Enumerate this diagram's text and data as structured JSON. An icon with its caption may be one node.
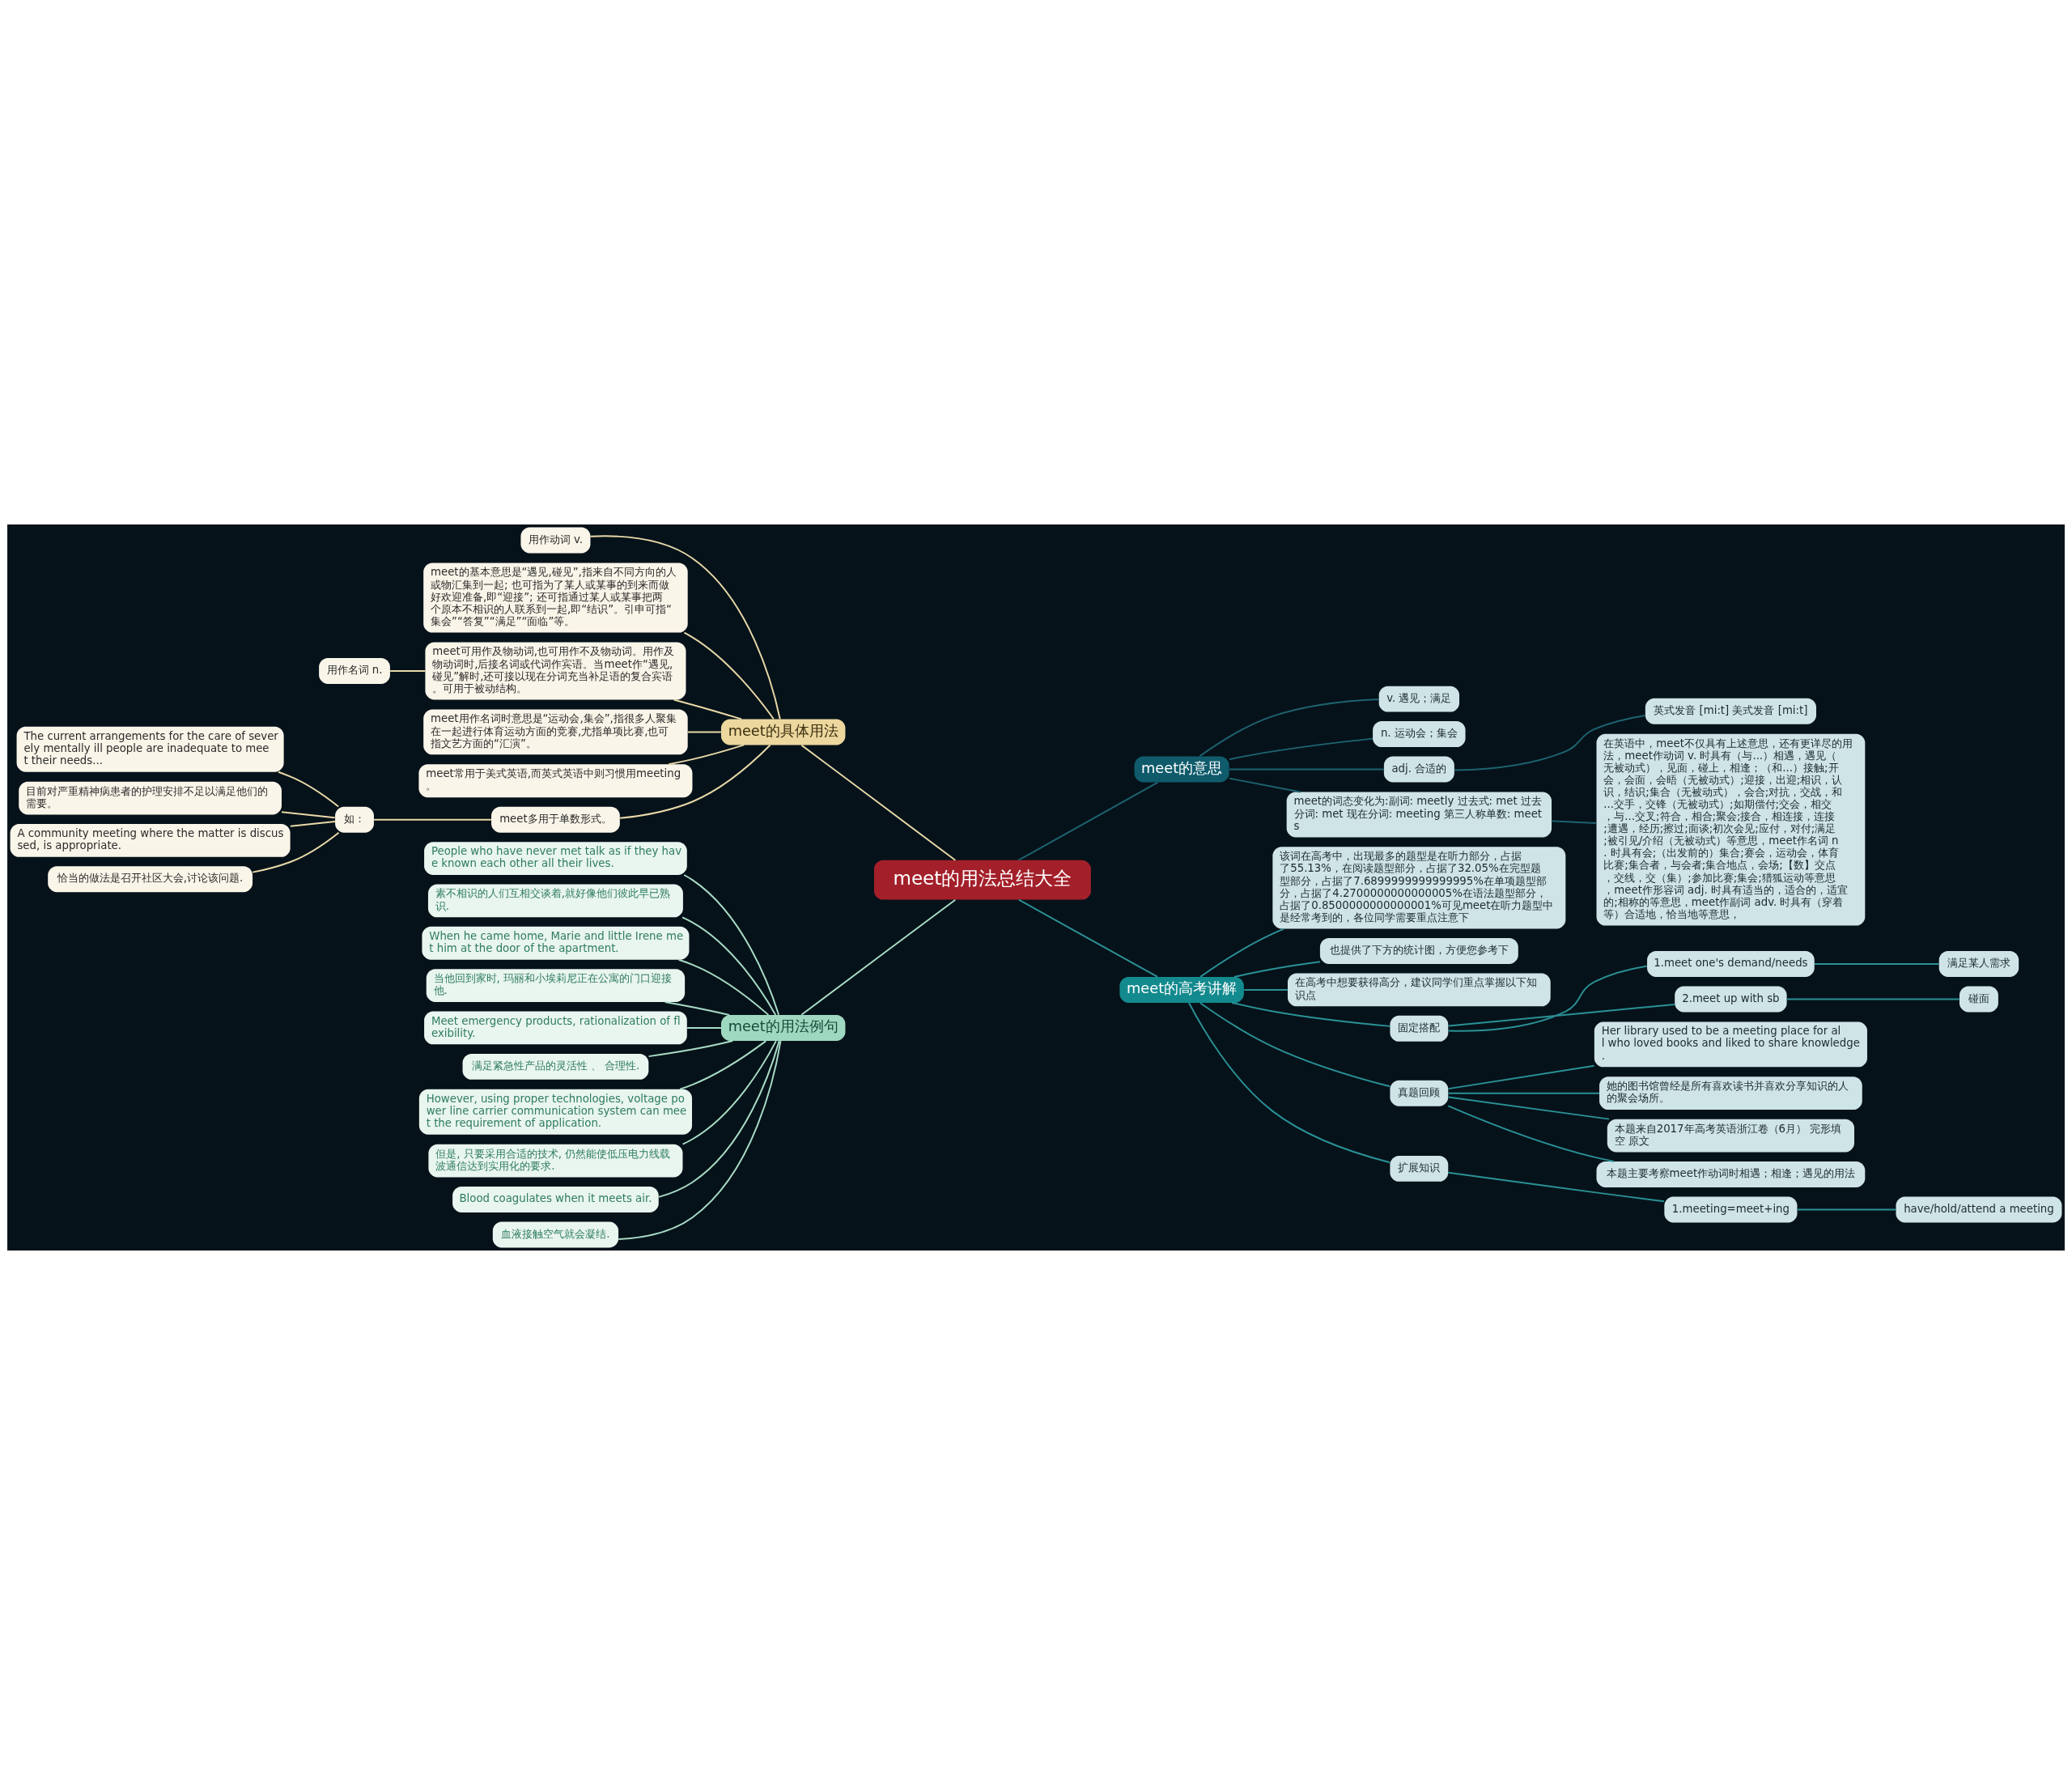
{
  "diagram": {
    "nodes": [
      {
        "text": [
          "meet的用法总结大全"
        ]
      },
      {
        "text": [
          "meet的具体用法"
        ]
      },
      {
        "text": [
          "用作动词 v."
        ]
      },
      {
        "text": [
          "meet的基本意思是“遇见,碰见”,指来自不同方向的人或物汇集到一起; 也可指为了某人或某事的到来而做好欢迎准备,即“迎接”; 还可指通过某人或某事把两个原本不相识的人联系到一起,即“结识”。引申可指“集会”“答复”“满足”“面临”等。"
        ]
      },
      {
        "text": [
          "meet可用作及物动词,也可用作不及物动词。用作及物动词时,后接名词或代词作宾语。当meet作“遇见,碰见”解时,还可接以现在分词充当补足语的复合宾语。可用于被动结构。"
        ]
      },
      {
        "text": [
          "用作名词 n."
        ]
      },
      {
        "text": [
          "meet用作名词时意思是“运动会,集会”,指很多人聚集在一起进行体育运动方面的竞赛,尤指单项比赛,也可指文艺方面的“汇演”。"
        ]
      },
      {
        "text": [
          "meet常用于美式英语,而英式英语中则习惯用meeting。"
        ]
      },
      {
        "text": [
          "meet多用于单数形式。"
        ]
      },
      {
        "text": [
          "如："
        ]
      },
      {
        "text": [
          "The current arrangements for the care of severely mentally ill people are inadequate to meet their needs..."
        ]
      },
      {
        "text": [
          "目前对严重精神病患者的护理安排不足以满足他们的需要。"
        ]
      },
      {
        "text": [
          "A community meeting where the matter is discussed, is appropriate."
        ]
      },
      {
        "text": [
          "恰当的做法是召开社区大会,讨论该问题."
        ]
      },
      {
        "text": [
          "meet的用法例句"
        ]
      },
      {
        "text": [
          "People who have never met talk as if they have known each other all their lives."
        ]
      },
      {
        "text": [
          "素不相识的人们互相交谈着,就好像他们彼此早已熟识."
        ]
      },
      {
        "text": [
          "When he came home, Marie and little Irene met him at the door of the apartment."
        ]
      },
      {
        "text": [
          "当他回到家时, 玛丽和小埃莉尼正在公寓的门口迎接他."
        ]
      },
      {
        "text": [
          "Meet emergency products, rationalization of flexibility."
        ]
      },
      {
        "text": [
          "满足紧急性产品的灵活性 、 合理性."
        ]
      },
      {
        "text": [
          "However, using proper technologies, voltage power line carrier communication system can meet the requirement of application."
        ]
      },
      {
        "text": [
          "但是, 只要采用合适的技术, 仍然能使低压电力线载波通信达到实用化的要求."
        ]
      },
      {
        "text": [
          "Blood coagulates when it meets air."
        ]
      },
      {
        "text": [
          "血液接触空气就会凝结."
        ]
      },
      {
        "text": [
          "meet的意思"
        ]
      },
      {
        "text": [
          "v. 遇见；满足"
        ]
      },
      {
        "text": [
          "n. 运动会；集会"
        ]
      },
      {
        "text": [
          "adj. 合适的"
        ]
      },
      {
        "text": [
          "英式发音 [mi:t] 美式发音 [mi:t]"
        ]
      },
      {
        "text": [
          "meet的词态变化为:副词: meetly 过去式: met 过去分词: met 现在分词: meeting 第三人称单数: meets"
        ]
      },
      {
        "text": [
          "在英语中，meet不仅具有上述意思，还有更详尽的用法，meet作动词 v. 时具有（与...）相遇，遇见（无被动式），见面，碰上，相逢；（和...）接触;开会，会面，会晤（无被动式）;迎接，出迎;相识，认识，结识;集合（无被动式），会合;对抗，交战，和...交手，交锋（无被动式）;如期偿付;交会，相交，与...交叉;符合，相合;聚会;接合，相连接，连接;遭遇，经历;擦过;面谈;初次会见;应付，对付;满足;被引见/介绍（无被动式）等意思，meet作名词 n. 时具有会;（出发前的）集合;赛会，运动会，体育比赛;集合者，与会者;集合地点，会场;【数】交点，交线，交（集）;参加比赛;集会;猎狐运动等意思，meet作形容词 adj. 时具有适当的，适合的，适宜的;相称的等意思，meet作副词 adv. 时具有（穿着等）合适地，恰当地等意思，"
        ]
      },
      {
        "text": [
          "meet的高考讲解"
        ]
      },
      {
        "text": [
          "该词在高考中，出现最多的题型是在听力部分，占据了55.13%，在阅读题型部分，占据了32.05%在完型题型部分，占据了7.6899999999999995%在单项题型部分，占据了4.2700000000000005%在语法题型部分，占据了0.8500000000000001%可见meet在听力题型中是经常考到的，各位同学需要重点注意下"
        ]
      },
      {
        "text": [
          "也提供了下方的统计图，方便您参考下"
        ]
      },
      {
        "text": [
          "在高考中想要获得高分，建议同学们重点掌握以下知识点"
        ]
      },
      {
        "text": [
          "固定搭配"
        ]
      },
      {
        "text": [
          "1.meet one's demand/needs"
        ]
      },
      {
        "text": [
          "满足某人需求"
        ]
      },
      {
        "text": [
          "2.meet up with sb"
        ]
      },
      {
        "text": [
          "碰面"
        ]
      },
      {
        "text": [
          "真题回顾"
        ]
      },
      {
        "text": [
          "Her library used to be a meeting place for all who loved books and liked to share knowledge."
        ]
      },
      {
        "text": [
          "她的图书馆曾经是所有喜欢读书并喜欢分享知识的人的聚会场所。"
        ]
      },
      {
        "text": [
          "本题来自2017年高考英语浙江卷（6月） 完形填空 原文"
        ]
      },
      {
        "text": [
          "本题主要考察meet作动词时相遇；相逢；遇见的用法"
        ]
      },
      {
        "text": [
          "扩展知识"
        ]
      },
      {
        "text": [
          "1.meeting=meet+ing"
        ]
      },
      {
        "text": [
          "have/hold/attend a meeting"
        ]
      }
    ],
    "edges": [
      {
        "from": 0,
        "to": 1,
        "arrow": "none",
        "color": "#e8d9a8"
      },
      {
        "from": 1,
        "to": 2,
        "arrow": "none",
        "color": "#e8d9a8"
      },
      {
        "from": 1,
        "to": 3,
        "arrow": "none",
        "color": "#e8d9a8"
      },
      {
        "from": 1,
        "to": 4,
        "arrow": "none",
        "color": "#e8d9a8"
      },
      {
        "from": 4,
        "to": 5,
        "arrow": "none",
        "color": "#e8d9a8"
      },
      {
        "from": 1,
        "to": 6,
        "arrow": "none",
        "color": "#e8d9a8"
      },
      {
        "from": 1,
        "to": 7,
        "arrow": "none",
        "color": "#e8d9a8"
      },
      {
        "from": 1,
        "to": 8,
        "arrow": "none",
        "color": "#e8d9a8"
      },
      {
        "from": 8,
        "to": 9,
        "arrow": "none",
        "color": "#e8d9a8"
      },
      {
        "from": 9,
        "to": 10,
        "arrow": "none",
        "color": "#e8d9a8"
      },
      {
        "from": 9,
        "to": 11,
        "arrow": "none",
        "color": "#e8d9a8"
      },
      {
        "from": 9,
        "to": 12,
        "arrow": "none",
        "color": "#e8d9a8"
      },
      {
        "from": 9,
        "to": 13,
        "arrow": "none",
        "color": "#e8d9a8"
      },
      {
        "from": 0,
        "to": 14,
        "arrow": "none",
        "color": "#a8dcc6"
      },
      {
        "from": 14,
        "to": 15,
        "arrow": "none",
        "color": "#a8dcc6"
      },
      {
        "from": 14,
        "to": 16,
        "arrow": "none",
        "color": "#a8dcc6"
      },
      {
        "from": 14,
        "to": 17,
        "arrow": "none",
        "color": "#a8dcc6"
      },
      {
        "from": 14,
        "to": 18,
        "arrow": "none",
        "color": "#a8dcc6"
      },
      {
        "from": 14,
        "to": 19,
        "arrow": "none",
        "color": "#a8dcc6"
      },
      {
        "from": 14,
        "to": 20,
        "arrow": "none",
        "color": "#a8dcc6"
      },
      {
        "from": 14,
        "to": 21,
        "arrow": "none",
        "color": "#a8dcc6"
      },
      {
        "from": 14,
        "to": 22,
        "arrow": "none",
        "color": "#a8dcc6"
      },
      {
        "from": 14,
        "to": 23,
        "arrow": "none",
        "color": "#a8dcc6"
      },
      {
        "from": 14,
        "to": 24,
        "arrow": "none",
        "color": "#a8dcc6"
      },
      {
        "from": 0,
        "to": 25,
        "arrow": "none",
        "color": "#1d6470"
      },
      {
        "from": 25,
        "to": 26,
        "arrow": "none",
        "color": "#1d6470"
      },
      {
        "from": 25,
        "to": 27,
        "arrow": "none",
        "color": "#1d6470"
      },
      {
        "from": 25,
        "to": 28,
        "arrow": "none",
        "color": "#1d6470"
      },
      {
        "from": 28,
        "to": 29,
        "arrow": "none",
        "color": "#1d6470"
      },
      {
        "from": 25,
        "to": 30,
        "arrow": "none",
        "color": "#1d6470"
      },
      {
        "from": 30,
        "to": 31,
        "arrow": "none",
        "color": "#1d6470"
      },
      {
        "from": 0,
        "to": 32,
        "arrow": "none"
      },
      {
        "from": 32,
        "to": 33,
        "arrow": "none"
      },
      {
        "from": 32,
        "to": 34,
        "arrow": "none"
      },
      {
        "from": 32,
        "to": 35,
        "arrow": "none"
      },
      {
        "from": 32,
        "to": 36,
        "arrow": "none"
      },
      {
        "from": 36,
        "to": 37,
        "arrow": "none"
      },
      {
        "from": 37,
        "to": 38,
        "arrow": "none"
      },
      {
        "from": 36,
        "to": 39,
        "arrow": "none"
      },
      {
        "from": 39,
        "to": 40,
        "arrow": "none"
      },
      {
        "from": 32,
        "to": 41,
        "arrow": "none"
      },
      {
        "from": 41,
        "to": 42,
        "arrow": "none"
      },
      {
        "from": 41,
        "to": 43,
        "arrow": "none"
      },
      {
        "from": 41,
        "to": 44,
        "arrow": "none"
      },
      {
        "from": 41,
        "to": 45,
        "arrow": "none"
      },
      {
        "from": 32,
        "to": 46,
        "arrow": "none"
      },
      {
        "from": 46,
        "to": 47,
        "arrow": "none"
      },
      {
        "from": 47,
        "to": 48,
        "arrow": "none"
      }
    ]
  }
}
